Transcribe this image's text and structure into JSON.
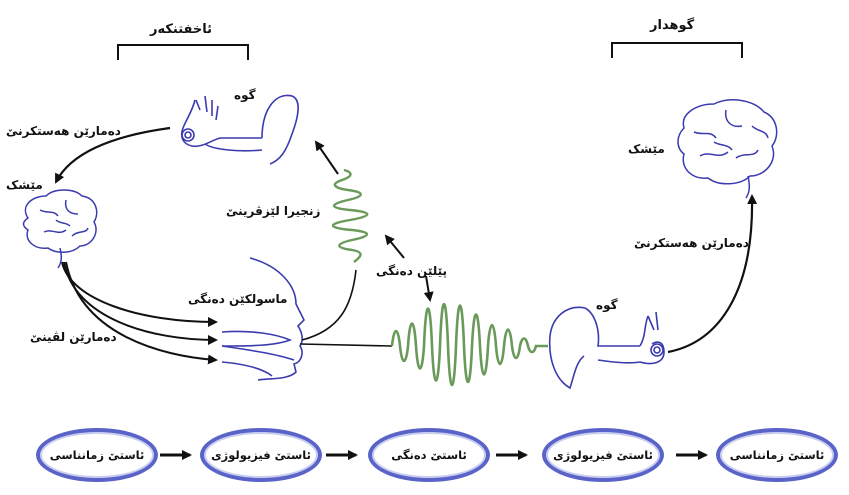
{
  "speaker": {
    "title": "ئاخفتنکەر",
    "ear_label": "گوە",
    "brain_label": "مێشک",
    "sensory_nerves_label": "دەمارێن هەستکرنێ",
    "motor_nerves_label": "دەمارێن لڤینێ",
    "vocal_organs_label": "ماسولکێن دەنگی",
    "feedback_link_label": "زنجیرا لێزڤرینێ"
  },
  "listener": {
    "title": "گوهدار",
    "ear_label": "گوە",
    "brain_label": "مێشک",
    "sensory_nerves_label": "دەمارێن هەستکرنێ"
  },
  "sound_waves_label": "پێلێن دەنگی",
  "colors": {
    "line_art": "#3b3bb0",
    "wave": "#6a9a5a",
    "oval_border": "#5a64c8",
    "arrow": "#111111"
  },
  "levels": [
    {
      "label": "ئاستێ زمانناسی"
    },
    {
      "label": "ئاستێ فیزیولوژی"
    },
    {
      "label": "ئاستێ دەنگی"
    },
    {
      "label": "ئاستێ فیزیولوژی"
    },
    {
      "label": "ئاستێ زمانناسی"
    }
  ]
}
